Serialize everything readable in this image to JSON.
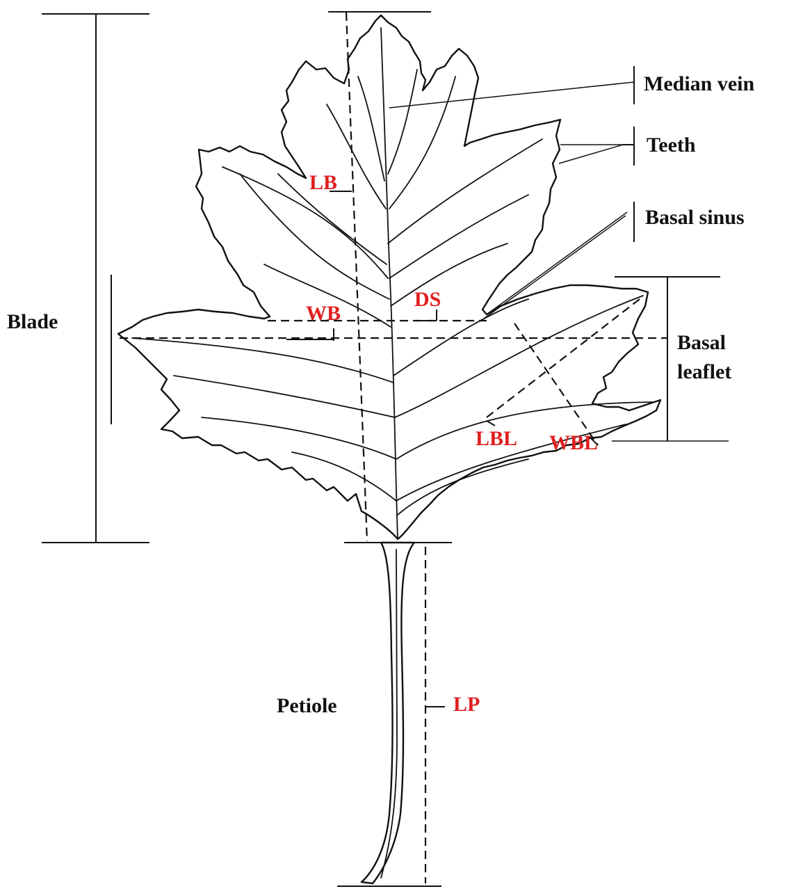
{
  "labels": {
    "median_vein": "Median vein",
    "teeth": "Teeth",
    "basal_sinus": "Basal sinus",
    "blade": "Blade",
    "basal_leaflet_line1": "Basal",
    "basal_leaflet_line2": "leaflet",
    "petiole": "Petiole"
  },
  "measurements": {
    "lb": "LB",
    "wb": "WB",
    "ds": "DS",
    "lbl": "LBL",
    "wbl": "WBL",
    "lp": "LP"
  },
  "colors": {
    "outline": "#111111",
    "measure_label": "#e02020",
    "background": "#ffffff"
  }
}
